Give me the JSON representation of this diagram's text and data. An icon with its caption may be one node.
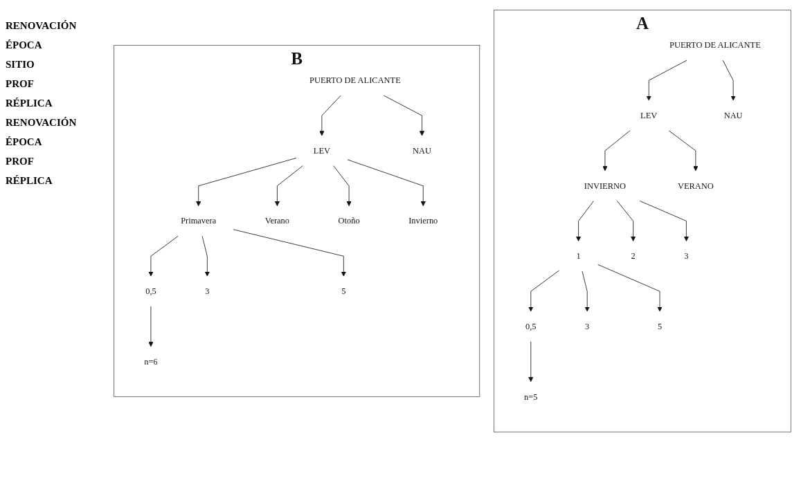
{
  "diagram": {
    "nodes": [
      {
        "text": [
          "A"
        ]
      },
      {
        "text": [
          "PUERTO DE ALICANTE"
        ],
        "in": 0
      },
      {
        "text": [
          "LEV"
        ],
        "in": 0
      },
      {
        "text": [
          "NAU"
        ],
        "in": 0
      },
      {
        "text": [
          "INVIERNO"
        ],
        "in": 0
      },
      {
        "text": [
          "VERANO"
        ],
        "in": 0
      },
      {
        "text": [
          "1"
        ],
        "in": 0
      },
      {
        "text": [
          "2"
        ],
        "in": 0
      },
      {
        "text": [
          "3"
        ],
        "in": 0
      },
      {
        "text": [
          "0,5"
        ],
        "in": 0
      },
      {
        "text": [
          "3"
        ],
        "in": 0
      },
      {
        "text": [
          "5"
        ],
        "in": 0
      },
      {
        "text": [
          "n=5"
        ],
        "in": 0
      },
      {
        "text": [
          "B"
        ]
      },
      {
        "text": [
          "PUERTO DE ALICANTE"
        ],
        "in": 13
      },
      {
        "text": [
          "LEV"
        ],
        "in": 13
      },
      {
        "text": [
          "NAU"
        ],
        "in": 13
      },
      {
        "text": [
          "Primavera"
        ],
        "in": 13
      },
      {
        "text": [
          "Verano"
        ],
        "in": 13
      },
      {
        "text": [
          "Otoño"
        ],
        "in": 13
      },
      {
        "text": [
          "Invierno"
        ],
        "in": 13
      },
      {
        "text": [
          "0,5"
        ],
        "in": 13
      },
      {
        "text": [
          "3"
        ],
        "in": 13
      },
      {
        "text": [
          "5"
        ],
        "in": 13
      },
      {
        "text": [
          "n=6"
        ],
        "in": 13
      }
    ],
    "edges": [
      {
        "from": 1,
        "to": 2,
        "arrow": "to"
      },
      {
        "from": 1,
        "to": 3,
        "arrow": "to"
      },
      {
        "from": 2,
        "to": 4,
        "arrow": "to"
      },
      {
        "from": 2,
        "to": 5,
        "arrow": "to"
      },
      {
        "from": 4,
        "to": 6,
        "arrow": "to"
      },
      {
        "from": 4,
        "to": 7,
        "arrow": "to"
      },
      {
        "from": 4,
        "to": 8,
        "arrow": "to"
      },
      {
        "from": 6,
        "to": 9,
        "arrow": "to"
      },
      {
        "from": 6,
        "to": 10,
        "arrow": "to"
      },
      {
        "from": 6,
        "to": 11,
        "arrow": "to"
      },
      {
        "from": 9,
        "to": 12,
        "arrow": "to"
      },
      {
        "from": 14,
        "to": 15,
        "arrow": "to"
      },
      {
        "from": 14,
        "to": 16,
        "arrow": "to"
      },
      {
        "from": 15,
        "to": 17,
        "arrow": "to"
      },
      {
        "from": 15,
        "to": 18,
        "arrow": "to"
      },
      {
        "from": 15,
        "to": 19,
        "arrow": "to"
      },
      {
        "from": 15,
        "to": 20,
        "arrow": "to"
      },
      {
        "from": 17,
        "to": 21,
        "arrow": "to"
      },
      {
        "from": 17,
        "to": 22,
        "arrow": "to"
      },
      {
        "from": 17,
        "to": 23,
        "arrow": "to"
      },
      {
        "from": 21,
        "to": 24,
        "arrow": "to"
      }
    ],
    "labels": [
      "RENOVACIÓN",
      "ÉPOCA",
      "SITIO",
      "PROF",
      "RÉPLICA",
      "RENOVACIÓN",
      "ÉPOCA",
      "PROF",
      "RÉPLICA"
    ]
  }
}
